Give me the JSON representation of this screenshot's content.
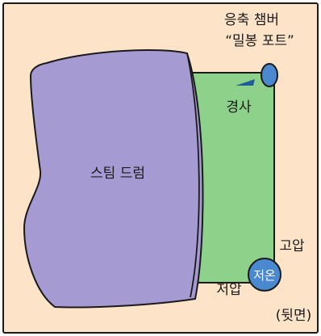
{
  "colors": {
    "background": "#fde4c8",
    "frame": "#1a1a1a",
    "green_plate": "#8ed18a",
    "drum": "#a69ad3",
    "chamber": "#4a88d0",
    "cold_circle": "#4a88d0",
    "tilt_marker": "#1f5f96"
  },
  "labels": {
    "chamber_title": "응축 챔버",
    "chamber_subtitle": "“밀봉 포트”",
    "tilt": "경사",
    "drum": "스팀 드럼",
    "high_pressure": "고압",
    "low_pressure": "저압",
    "low_temp": "저온",
    "back_side": "(뒷면)"
  }
}
